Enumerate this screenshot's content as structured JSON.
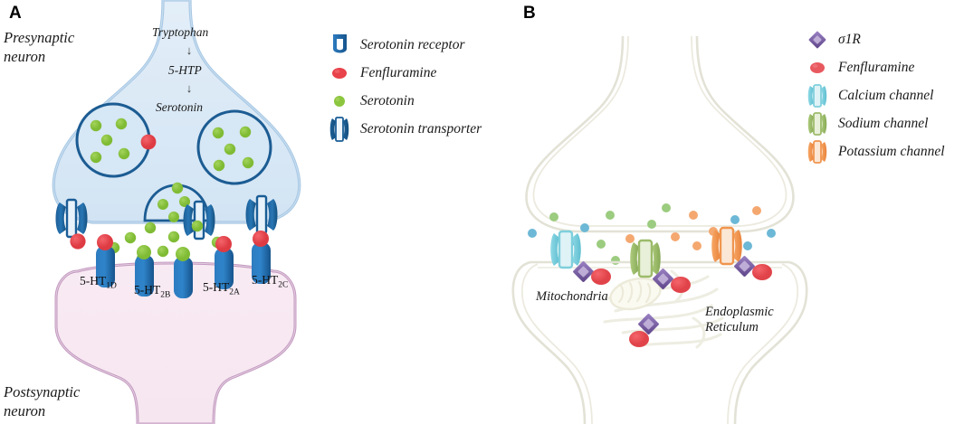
{
  "figure": {
    "panels": [
      {
        "letter": "A",
        "labels": {
          "presynaptic": "Presynaptic\nneuron",
          "postsynaptic": "Postsynaptic\nneuron"
        },
        "pathway": {
          "step1": "Tryptophan",
          "arrow1": "↓",
          "step2": "5-HTP",
          "arrow2": "↓",
          "step3": "Serotonin"
        },
        "receptors": [
          {
            "name": "5-HT",
            "subscript": "1D",
            "ligand": "fenfluramine"
          },
          {
            "name": "5-HT",
            "subscript": "2B",
            "ligand": "serotonin"
          },
          {
            "name": "5-HT",
            "subscript": "2A",
            "ligand": "fenfluramine"
          },
          {
            "name": "5-HT",
            "subscript": "2C",
            "ligand": "fenfluramine"
          }
        ],
        "legend": [
          {
            "icon": "serotonin-receptor-icon",
            "label": "Serotonin receptor"
          },
          {
            "icon": "fenfluramine-icon",
            "label": "Fenfluramine"
          },
          {
            "icon": "serotonin-icon",
            "label": "Serotonin"
          },
          {
            "icon": "serotonin-transporter-icon",
            "label": "Serotonin transporter"
          }
        ]
      },
      {
        "letter": "B",
        "organelles": {
          "mitochondria": "Mitochondria",
          "endoplasmic_reticulum": "Endoplasmic\nReticulum"
        },
        "legend": [
          {
            "icon": "sigma1r-icon",
            "label": "σ1R"
          },
          {
            "icon": "fenfluramine-icon",
            "label": "Fenfluramine"
          },
          {
            "icon": "calcium-channel-icon",
            "label": "Calcium channel"
          },
          {
            "icon": "sodium-channel-icon",
            "label": "Sodium channel"
          },
          {
            "icon": "potassium-channel-icon",
            "label": "Potassium channel"
          }
        ],
        "channels": [
          {
            "type": "calcium-channel",
            "color": "#7fcfdc"
          },
          {
            "type": "sodium-channel",
            "color": "#9cbb6a"
          },
          {
            "type": "potassium-channel",
            "color": "#f0954e"
          }
        ]
      }
    ]
  },
  "colors": {
    "presynaptic_fill": "#dbe9f6",
    "presynaptic_membrane": "#a8c8e4",
    "postsynaptic_fill": "#f7e8f1",
    "postsynaptic_membrane": "#c49ac0",
    "receptor_blue": "#1f6fb5",
    "receptor_dark": "#16558f",
    "transporter_dark": "#1a5d96",
    "fenfluramine_red": "#e8424a",
    "serotonin_green": "#8cc63f",
    "sigma1r_purple": "#7a5ba6",
    "calcium_blue": "#7fcfdc",
    "sodium_green": "#9cbb6a",
    "potassium_orange": "#f0954e",
    "neuron_outline_b": "#e3e2d6",
    "ion_green": "#9ccc7f",
    "ion_blue": "#6cb8d6",
    "ion_orange": "#f4a870"
  }
}
